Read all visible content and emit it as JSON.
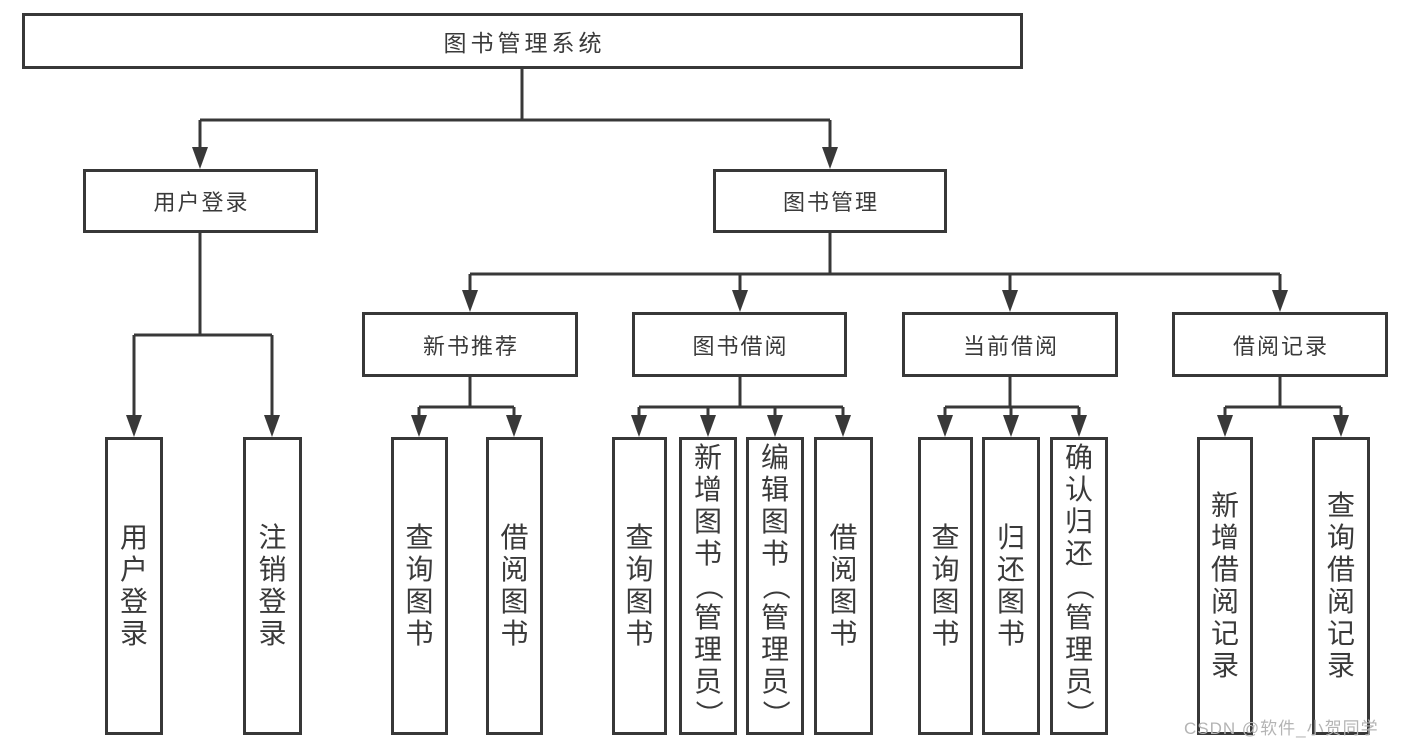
{
  "diagram_type": "hierarchy-tree",
  "colors": {
    "line": "#383838",
    "text": "#3a3a3a",
    "background": "#ffffff",
    "watermark_color": "#b4b4b4"
  },
  "watermark": "CSDN @软件_小贺同学",
  "tree": {
    "label": "图书管理系统",
    "children": [
      {
        "label": "用户登录",
        "children": [
          {
            "label": "用户登录"
          },
          {
            "label": "注销登录"
          }
        ]
      },
      {
        "label": "图书管理",
        "children": [
          {
            "label": "新书推荐",
            "children": [
              {
                "label": "查询图书"
              },
              {
                "label": "借阅图书"
              }
            ]
          },
          {
            "label": "图书借阅",
            "children": [
              {
                "label": "查询图书"
              },
              {
                "label": "新增图书（管理员）"
              },
              {
                "label": "编辑图书（管理员）"
              },
              {
                "label": "借阅图书"
              }
            ]
          },
          {
            "label": "当前借阅",
            "children": [
              {
                "label": "查询图书"
              },
              {
                "label": "归还图书"
              },
              {
                "label": "确认归还（管理员）"
              }
            ]
          },
          {
            "label": "借阅记录",
            "children": [
              {
                "label": "新增借阅记录"
              },
              {
                "label": "查询借阅记录"
              }
            ]
          }
        ]
      }
    ]
  }
}
